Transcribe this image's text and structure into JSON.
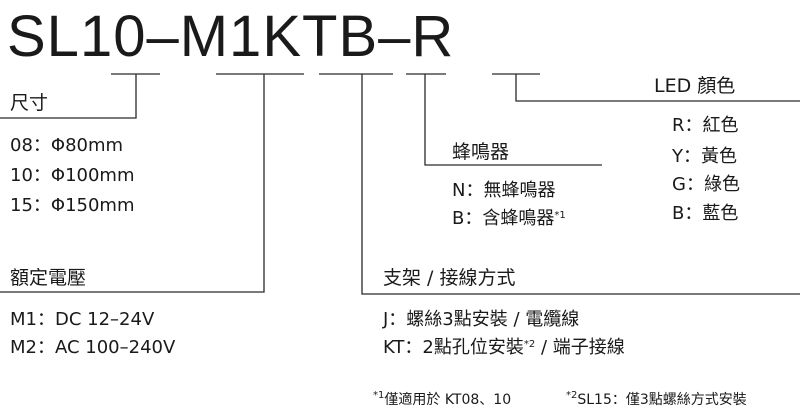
{
  "model_code": {
    "p1": "SL10",
    "d1": "–",
    "p2": "M1",
    "p3": "KT",
    "p4": "B",
    "d2": "–",
    "p5": "R"
  },
  "size": {
    "title": "尺寸",
    "items": [
      "08：Φ80mm",
      "10：Φ100mm",
      "15：Φ150mm"
    ]
  },
  "voltage": {
    "title": "額定電壓",
    "items": [
      "M1：DC 12–24V",
      "M2：AC 100–240V"
    ]
  },
  "buzzer": {
    "title": "蜂鳴器",
    "item_n": "N：無蜂鳴器",
    "item_b": "B：含蜂鳴器",
    "item_b_mark": "*1"
  },
  "led": {
    "title": "LED 顏色",
    "items": [
      "R：紅色",
      "Y：黃色",
      "G：綠色",
      "B：藍色"
    ]
  },
  "mount": {
    "title": "支架 / 接線方式",
    "item_j": "J：螺絲3點安裝 / 電纜線",
    "item_kt_a": "KT：2點孔位安裝",
    "item_kt_mark": "*2",
    "item_kt_b": " / 端子接線"
  },
  "footnotes": {
    "n1_mark": "*1",
    "n1_text": "僅適用於 KT08、10",
    "n2_mark": "*2",
    "n2_text": "SL15：僅3點螺絲方式安裝"
  }
}
